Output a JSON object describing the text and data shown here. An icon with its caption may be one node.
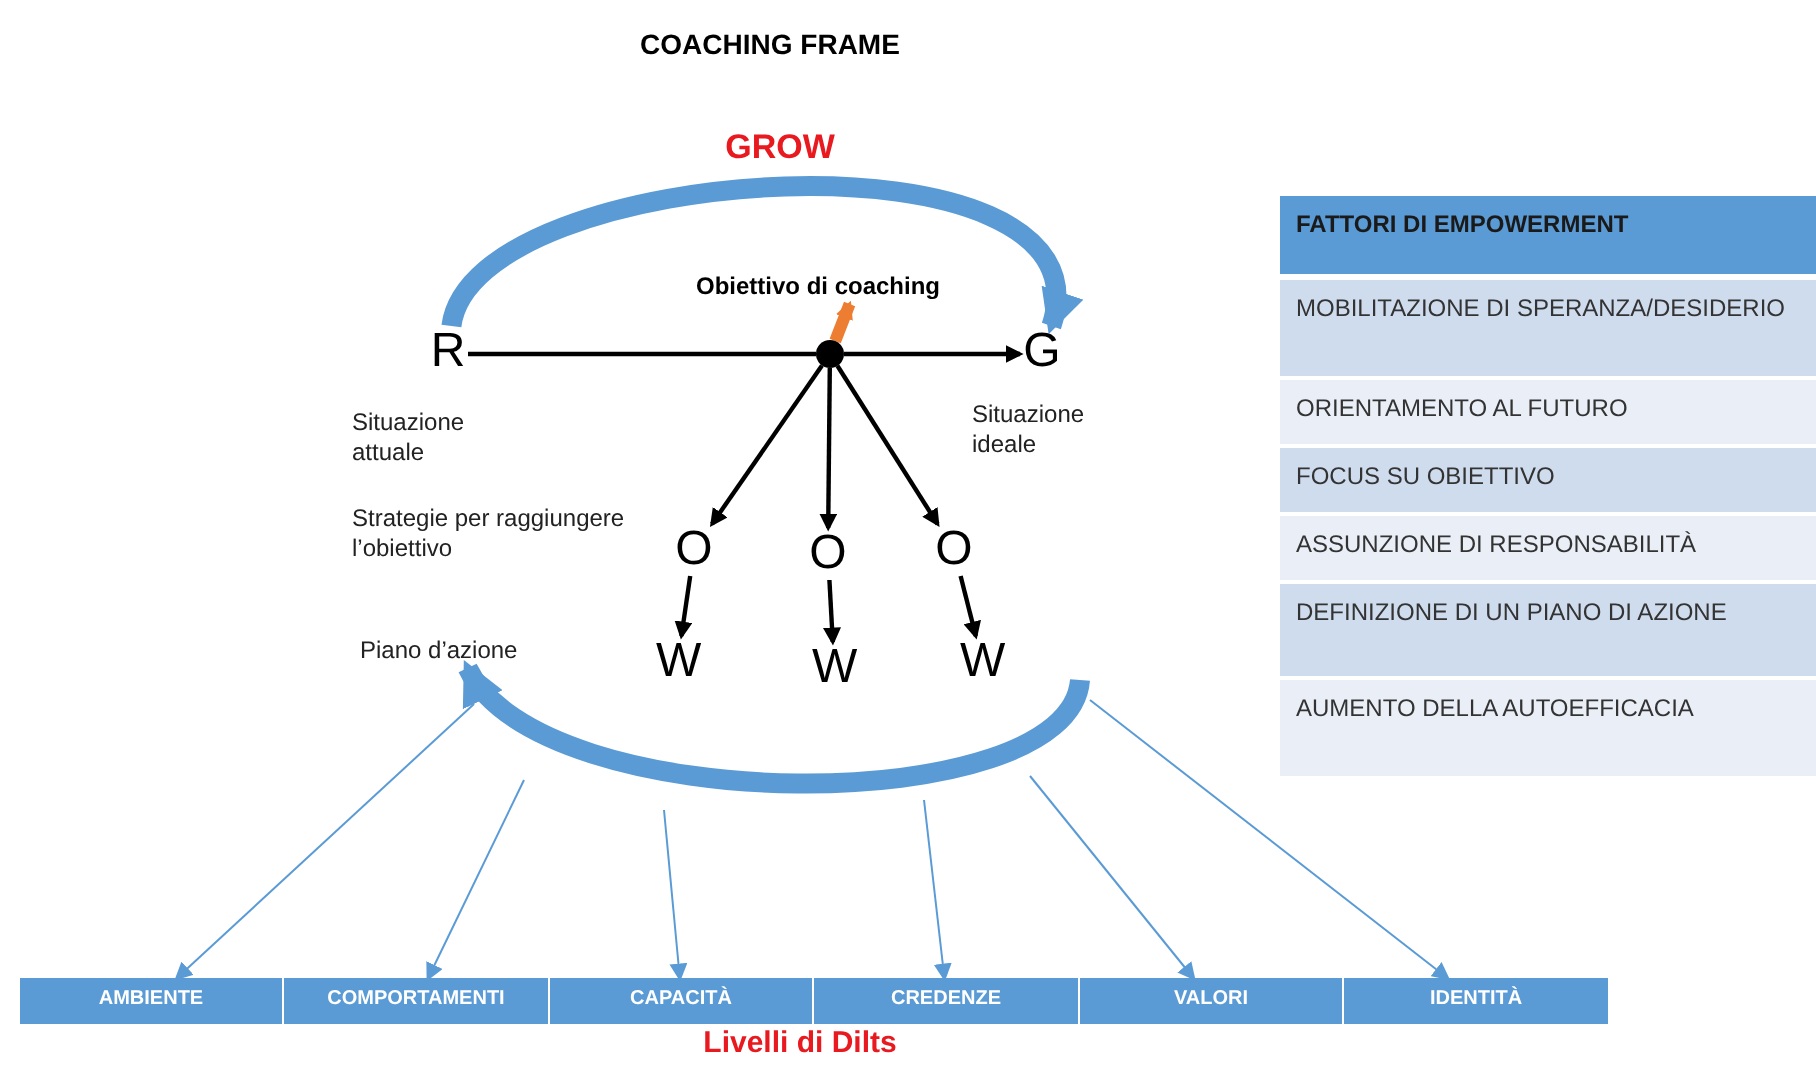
{
  "diagram": {
    "title": "COACHING FRAME",
    "nodes": [
      {
        "text": [
          "R"
        ],
        "beside": [
          "Situazione attuale"
        ]
      },
      {
        "text": [
          "G"
        ],
        "beside": [
          "Situazione ideale"
        ]
      },
      {
        "text": [],
        "shape": "circle"
      },
      {
        "text": [
          "Obiettivo di coaching"
        ]
      },
      {
        "text": [
          "O"
        ]
      },
      {
        "text": [
          "O"
        ]
      },
      {
        "text": [
          "O"
        ]
      },
      {
        "text": [
          "W"
        ]
      },
      {
        "text": [
          "W"
        ]
      },
      {
        "text": [
          "W"
        ]
      },
      {
        "text": [
          "AMBIENTE"
        ]
      },
      {
        "text": [
          "COMPORTAMENTI"
        ]
      },
      {
        "text": [
          "CAPACITÀ"
        ]
      },
      {
        "text": [
          "CREDENZE"
        ]
      },
      {
        "text": [
          "VALORI"
        ]
      },
      {
        "text": [
          "IDENTITÀ"
        ]
      },
      {
        "text": [
          "Piano d’azione"
        ]
      }
    ],
    "edges": [
      {
        "from": 0,
        "to": 2,
        "arrow": "none",
        "color": "#000000"
      },
      {
        "from": 2,
        "to": 1,
        "arrow": "to",
        "color": "#000000"
      },
      {
        "from": 0,
        "to": 1,
        "arrow": "to",
        "style": "thick",
        "color": "#5b9bd5"
      },
      {
        "from": 2,
        "to": 3,
        "arrow": "to",
        "style": "thick",
        "color": "#ed7d31"
      },
      {
        "from": 2,
        "to": 4,
        "arrow": "to",
        "color": "#000000"
      },
      {
        "from": 2,
        "to": 5,
        "arrow": "to",
        "color": "#000000"
      },
      {
        "from": 2,
        "to": 6,
        "arrow": "to",
        "color": "#000000"
      },
      {
        "from": 4,
        "to": 7,
        "arrow": "to",
        "color": "#000000"
      },
      {
        "from": 5,
        "to": 8,
        "arrow": "to",
        "color": "#000000"
      },
      {
        "from": 6,
        "to": 9,
        "arrow": "to",
        "color": "#000000"
      },
      {
        "from": null,
        "to": 16,
        "arrow": "to",
        "style": "thick",
        "color": "#5b9bd5"
      },
      {
        "from": null,
        "to": 10,
        "arrow": "to",
        "color": "#5b9bd5"
      },
      {
        "from": null,
        "to": 11,
        "arrow": "to",
        "color": "#5b9bd5"
      },
      {
        "from": null,
        "to": 12,
        "arrow": "to",
        "color": "#5b9bd5"
      },
      {
        "from": null,
        "to": 13,
        "arrow": "to",
        "color": "#5b9bd5"
      },
      {
        "from": null,
        "to": 14,
        "arrow": "to",
        "color": "#5b9bd5"
      },
      {
        "from": null,
        "to": 15,
        "arrow": "to",
        "color": "#5b9bd5"
      }
    ],
    "labels": [
      "GROW",
      "Strategie per raggiungere l’obiettivo",
      "Livelli di Dilts",
      "FATTORI DI EMPOWERMENT",
      "MOBILITAZIONE DI SPERANZA/DESIDERIO",
      "ORIENTAMENTO AL FUTURO",
      "FOCUS SU OBIETTIVO",
      "ASSUNZIONE DI RESPONSABILITÀ",
      "DEFINIZIONE DI UN PIANO DI AZIONE",
      "AUMENTO DELLA AUTOEFFICACIA"
    ]
  }
}
